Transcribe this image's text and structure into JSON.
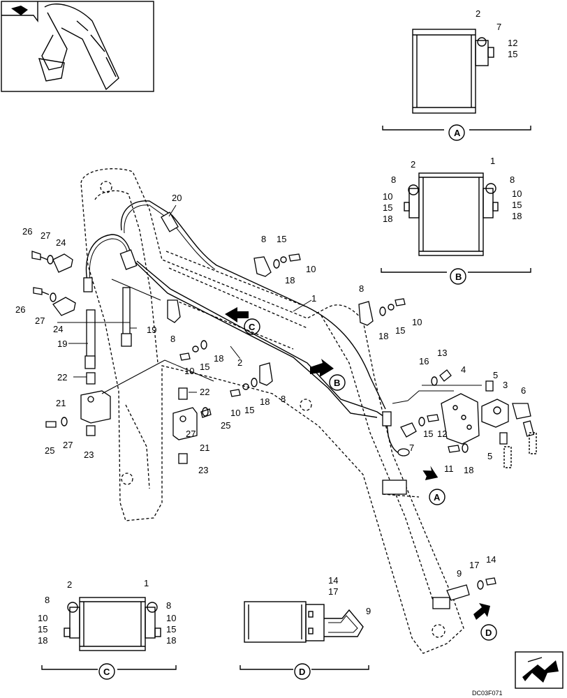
{
  "labels": {
    "l1": "1",
    "l2": "2",
    "l3": "3",
    "l4": "4",
    "l5": "5",
    "l6": "6",
    "l7": "7",
    "l8": "8",
    "l9": "9",
    "l10": "10",
    "l11": "11",
    "l12": "12",
    "l13": "13",
    "l14": "14",
    "l15": "15",
    "l16": "16",
    "l17": "17",
    "l18": "18",
    "l19": "19",
    "l20": "20",
    "l21": "21",
    "l22": "22",
    "l23": "23",
    "l24": "24",
    "l25": "25",
    "l26": "26",
    "l27": "27"
  },
  "views": {
    "a": "A",
    "b": "B",
    "c": "C",
    "d": "D"
  },
  "reference_code": "DC03F071"
}
